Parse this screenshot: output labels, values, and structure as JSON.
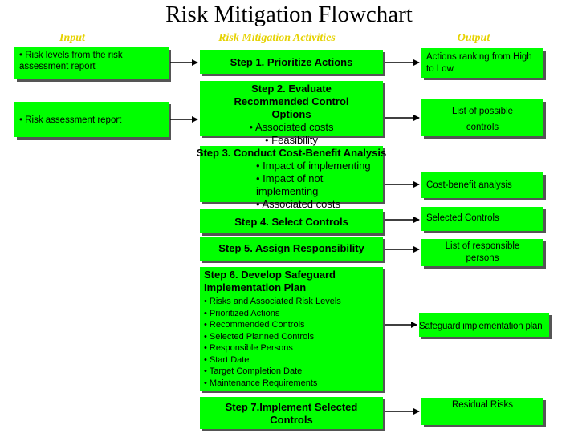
{
  "title": "Risk Mitigation Flowchart",
  "headers": {
    "input": "Input",
    "activities": "Risk Mitigation Activities",
    "output": "Output"
  },
  "inputs": [
    "• Risk levels from the risk assessment report",
    "• Risk assessment report"
  ],
  "steps": {
    "s1": {
      "title": "Step 1. Prioritize Actions"
    },
    "s2": {
      "title": "Step 2. Evaluate Recommended Control Options",
      "items": [
        "• Associated costs",
        "• Feasibility"
      ]
    },
    "s3": {
      "title": "Step 3. Conduct Cost-Benefit Analysis",
      "items": [
        "• Impact of implementing",
        "• Impact of not implementing",
        "• Associated costs"
      ]
    },
    "s4": {
      "title": "Step 4. Select Controls"
    },
    "s5": {
      "title": "Step 5. Assign Responsibility"
    },
    "s6": {
      "title": "Step 6. Develop Safeguard Implementation Plan",
      "items": [
        "• Risks and Associated Risk Levels",
        "• Prioritized Actions",
        "• Recommended Controls",
        "• Selected Planned Controls",
        "• Responsible Persons",
        "• Start Date",
        "• Target Completion Date",
        "• Maintenance Requirements"
      ]
    },
    "s7": {
      "title": "Step 7.Implement Selected Controls"
    }
  },
  "outputs": {
    "o1": "Actions ranking from High to Low",
    "o2": "List of possible controls",
    "o3": "Cost-benefit analysis",
    "o4": "Selected Controls",
    "o5": "List of responsible persons",
    "o6": "Safeguard implementation plan",
    "o7": "Residual Risks"
  },
  "colors": {
    "box_fill": "#00ff00",
    "header_text": "#e6d200",
    "shadow": "#555555",
    "arrow": "#000000"
  }
}
